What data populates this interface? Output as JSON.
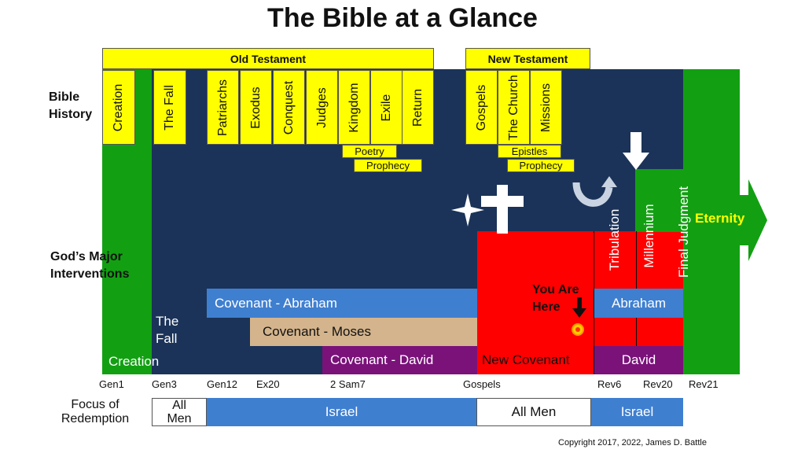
{
  "title": "The Bible at a Glance",
  "headers": {
    "old_testament": "Old Testament",
    "new_testament": "New Testament"
  },
  "row_labels": {
    "bible_history": [
      "Bible",
      "History"
    ],
    "interventions": [
      "God’s Major",
      "Interventions"
    ],
    "focus": [
      "Focus  of",
      "Redemption"
    ]
  },
  "ot_columns": [
    "Creation",
    "The Fall",
    "Patriarchs",
    "Exodus",
    "Conquest",
    "Judges",
    "Kingdom",
    "Exile",
    "Return"
  ],
  "nt_columns": [
    "Gospels",
    "The Church",
    "Missions"
  ],
  "ot_sub": [
    "Poetry",
    "Prophecy"
  ],
  "nt_sub": [
    "Epistles",
    "Prophecy"
  ],
  "end_columns": {
    "tribulation": "Tribulation",
    "millennium": "Millennium",
    "final_judgment": "Final Judgment"
  },
  "eternity": "Eternity",
  "you_are_here": [
    "You Are",
    "Here"
  ],
  "covenants": {
    "abraham": "Covenant - Abraham",
    "moses": "Covenant - Moses",
    "david": "Covenant - David",
    "new": "New Covenant",
    "abraham_future": "Abraham",
    "david_future": "David"
  },
  "left_labels": {
    "creation": "Creation",
    "fall": [
      "The",
      "Fall"
    ]
  },
  "ticks": [
    "Gen1",
    "Gen3",
    "Gen12",
    "Ex20",
    "2 Sam7",
    "Gospels",
    "Rev6",
    "Rev20",
    "Rev21"
  ],
  "focus": {
    "all_men_1": [
      "All",
      "Men"
    ],
    "israel_1": "Israel",
    "all_men_2": "All Men",
    "israel_2": "Israel"
  },
  "copyright": "Copyright 2017, 2022, James D. Battle",
  "colors": {
    "navy": "#1b3358",
    "green": "#12a012",
    "yellow": "#ffff00",
    "red": "#ff0000",
    "blue": "#3f7fd0",
    "tan": "#d4b48c",
    "purple": "#7a127a"
  }
}
